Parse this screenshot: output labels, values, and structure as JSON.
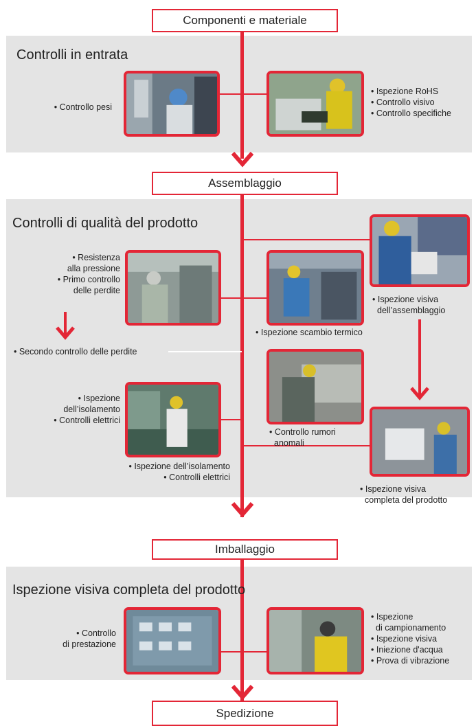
{
  "steps": {
    "components": "Componenti e materiale",
    "assembly": "Assemblaggio",
    "packaging": "Imballaggio",
    "shipping": "Spedizione"
  },
  "sections": {
    "incoming": {
      "title": "Controlli in entrata",
      "left_items": [
        "• Controllo pesi"
      ],
      "right_items": [
        "• Ispezione RoHS",
        "• Controllo visivo",
        "• Controllo specifiche"
      ]
    },
    "quality": {
      "title": "Controlli di qualità del prodotto",
      "pressure_items": [
        "• Resistenza",
        "alla pressione",
        "• Primo controllo",
        "delle perdite"
      ],
      "second_leak": "• Secondo controllo delle perdite",
      "insulation_left_items": [
        "• Ispezione",
        "dell’isolamento",
        "• Controlli elettrici"
      ],
      "insulation_below_items": [
        "• Ispezione dell’isolamento",
        "• Controlli elettrici"
      ],
      "heat_exchange": "• Ispezione scambio termico",
      "assembly_visual_items": [
        "• Ispezione visiva",
        "dell’assemblaggio"
      ],
      "noise_items": [
        "• Controllo rumori",
        "anomali"
      ],
      "full_visual_items": [
        "• Ispezione visiva",
        "completa del prodotto"
      ]
    },
    "final": {
      "title": "Ispezione visiva completa del prodotto",
      "left_items": [
        "• Controllo",
        "di prestazione"
      ],
      "right_items": [
        "• Ispezione",
        "di campionamento",
        "• Ispezione visiva",
        "• Iniezione d'acqua",
        "• Prova di vibrazione"
      ]
    }
  },
  "colors": {
    "accent": "#e32636",
    "panel": "#e4e4e4"
  }
}
